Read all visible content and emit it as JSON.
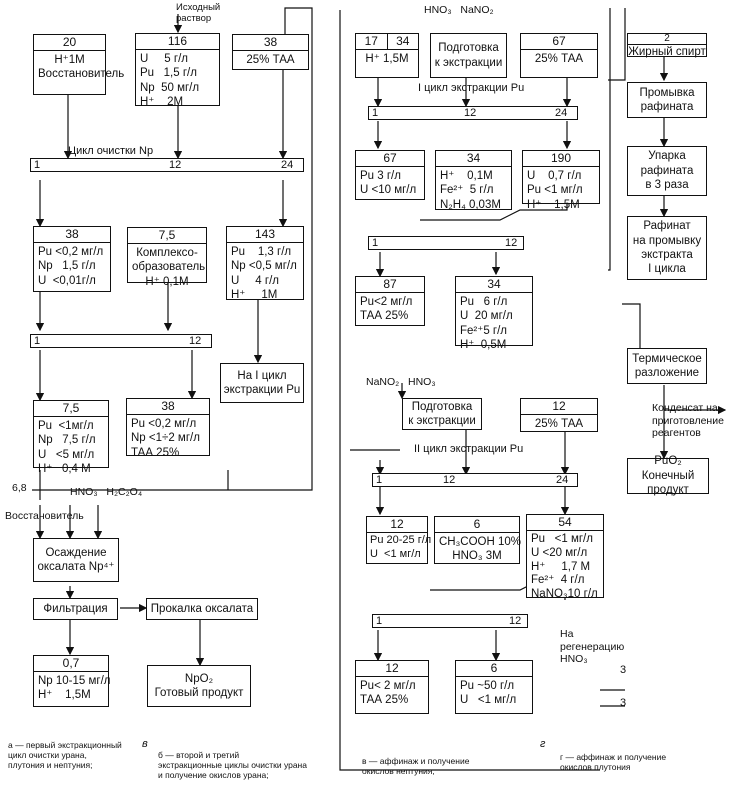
{
  "boxes": {
    "b20": {
      "num": "20",
      "body": "H⁺1М\nВосстановитель"
    },
    "b116": {
      "num": "116",
      "body": "U     5 г/л\nPu   1,5 г/л\nNp  50 мг/л\nH⁺    2М"
    },
    "b38a": {
      "num": "38",
      "body": "25% ТАА"
    },
    "b38b": {
      "num": "38",
      "body": "Pu <0,2 мг/л\nNp   1,5 г/л\nU  <0,01г/л"
    },
    "b75a": {
      "num": "7,5",
      "body": "Комплексо-\nобразователь\nH⁺ 0,1М"
    },
    "b143": {
      "num": "143",
      "body": "Pu    1,3 г/л\nNp <0,5 мг/л\nU     4 г/л\nH⁺     1М"
    },
    "b75b": {
      "num": "7,5",
      "body": "Pu  <1мг/л\nNp   7,5 г/л\nU   <5 мг/л\nH⁺   0,4 М"
    },
    "b38c": {
      "num": "38",
      "body": "Pu <0,2 мг/л\nNp <1÷2 мг/л\nТАА 25%"
    },
    "b07": {
      "num": "0,7",
      "body": "Np 10-15 мг/л\nH⁺    1,5М"
    },
    "b17": {
      "num1": "17",
      "num2": "34",
      "body": "H⁺ 1,5М"
    },
    "b67a": {
      "num": "67",
      "body": "25% ТАА"
    },
    "b67b": {
      "num": "67",
      "body": "Pu 3 г/л\nU <10 мг/л"
    },
    "b34a": {
      "num": "34",
      "body": "H⁺    0,1М\nFe²⁺  5 г/л\nN₂H₄ 0,03М"
    },
    "b190": {
      "num": "190",
      "body": "U    0,7 г/л\nPu <1 мг/л\nH⁺    1,5М"
    },
    "b87": {
      "num": "87",
      "body": "Pu<2 мг/л\nТАА 25%"
    },
    "b34b": {
      "num": "34",
      "body": "Pu   6 г/л\nU  20 мг/л\nFe²⁺5 г/л\nH⁺  0,5М"
    },
    "b12a": {
      "num": "12",
      "body": "25% ТАА"
    },
    "b12b": {
      "num": "12",
      "body": "Pu 20-25 г/л\nU  <1 мг/л"
    },
    "b6a": {
      "num": "6",
      "body": "CH₃COOH 10%\nHNO₃ 3М"
    },
    "b54": {
      "num": "54",
      "body": "Pu   <1 мг/л\nU <20 мг/л\nH⁺     1,7 М\nFe²⁺  4 г/л\nNaNO₃10 г/л"
    },
    "b12c": {
      "num": "12",
      "body": "Pu< 2 мг/л\nТАА 25%"
    },
    "b6b": {
      "num": "6",
      "body": "Pu ~50 г/л\nU   <1 мг/л"
    },
    "b2": {
      "num": "2",
      "body": "Жирный спирт"
    }
  },
  "procs": {
    "p_osazhd": "Осаждение\nоксалата Np⁴⁺",
    "p_filtr": "Фильтрация",
    "p_prokalka": "Прокалка оксалата",
    "p_npo2": "NpO₂\nГотовый продукт",
    "p_podg1": "Подготовка\nк экстракции",
    "p_podg2": "Подготовка\nк экстракции",
    "p_promyv": "Промывка\nрафината",
    "p_uparka": "Упарка\nрафината\nв 3 раза",
    "p_rafinat": "Рафинат\nна промывку\nэкстракта\nI цикла",
    "p_term": "Термическое\nразложение",
    "p_puo2": "PuO₂\nКонечный продукт",
    "p_na1": "На I цикл\nэкстракции Pu"
  },
  "columns": {
    "c1": [
      "1",
      "12",
      "24"
    ],
    "c2": [
      "1",
      "12"
    ],
    "c3": [
      "1",
      "12",
      "24"
    ],
    "c4": [
      "1",
      "12"
    ],
    "c5": [
      "1",
      "12",
      "24"
    ],
    "c6": [
      "1",
      "12"
    ]
  },
  "labels": {
    "src": "Исходный\nраствор",
    "np_cycle": "Цикл очистки Np",
    "pu1_cycle": "I цикл экстракции Pu",
    "pu2_cycle": "II цикл экстракции Pu",
    "hno3_nano2": "HNO₃   NaNO₂",
    "nano2_hno3": "NaNO₂   HNO₃",
    "r68": "6,8",
    "hno3_h2c2o4": "HNO₃   H₂C₂O₄",
    "vosst": "Восстановитель",
    "condensate": "Конденсат на\nприготовление\nреагентов",
    "regen": "На\nрегенерацию\nHNO₃",
    "three1": "3",
    "three2": "3"
  },
  "captions": {
    "a": "а — первый экстракционный\nцикл очистки урана,\nплутония и нептуния;",
    "b": "б — второй и третий\nэкстракционные циклы очистки урана\nи получение окислов урана;",
    "v": "в — аффинаж и получение\nокислов нептуния;",
    "g": "г — аффинаж и получение\nокислов плутония",
    "letter_v": "в",
    "letter_g": "г"
  }
}
